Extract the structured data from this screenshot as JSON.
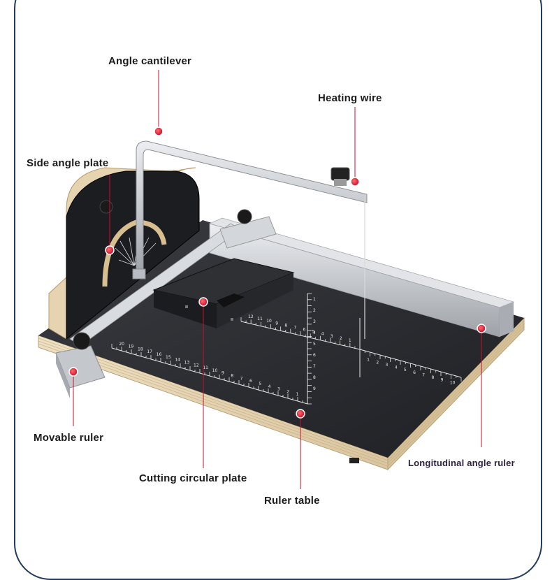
{
  "labels": {
    "angle_cantilever": "Angle cantilever",
    "heating_wire": "Heating wire",
    "side_angle_plate": "Side angle plate",
    "movable_ruler": "Movable ruler",
    "cutting_circular_plate": "Cutting circular plate",
    "ruler_table": "Ruler table",
    "longitudinal_angle_ruler": "Longitudinal angle ruler"
  },
  "colors": {
    "accent": "#c8102e",
    "frame": "#223a5e",
    "table_top": "#2b2d31",
    "plywood": "#e8d8b8",
    "aluminum": "#c9ccd1"
  },
  "ruler_numbers": {
    "front": [
      "1",
      "2",
      "3",
      "4",
      "5",
      "6",
      "7",
      "8",
      "9",
      "10",
      "11",
      "12",
      "13",
      "14",
      "15",
      "16",
      "17",
      "18",
      "19",
      "20"
    ],
    "vertical": [
      "1",
      "2",
      "3",
      "4",
      "5",
      "6",
      "7",
      "8",
      "9"
    ],
    "top": [
      "1",
      "2",
      "3",
      "4",
      "5",
      "6",
      "7",
      "8",
      "9",
      "10",
      "11",
      "12"
    ],
    "right": [
      "1",
      "2",
      "3",
      "4",
      "5",
      "6",
      "7",
      "8",
      "9",
      "10"
    ]
  }
}
